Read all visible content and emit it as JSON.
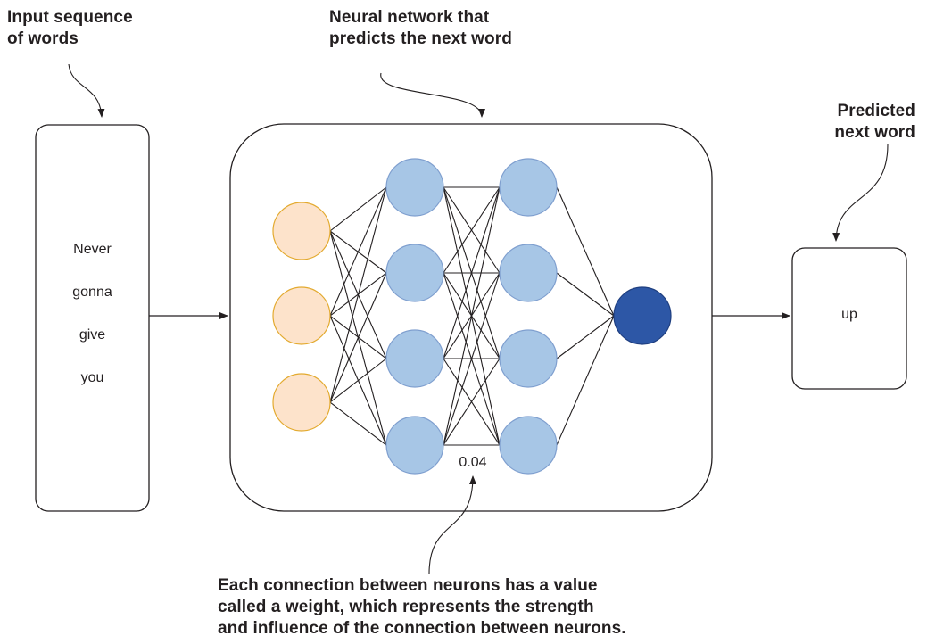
{
  "annotations": {
    "input_label_line1": "Input sequence",
    "input_label_line2": "of words",
    "network_label_line1": "Neural network that",
    "network_label_line2": "predicts the next word",
    "output_label_line1": "Predicted",
    "output_label_line2": "next word",
    "weight_note_line1": "Each connection between neurons has a value",
    "weight_note_line2": "called a weight, which represents the strength",
    "weight_note_line3": "and influence of the connection between neurons."
  },
  "input_words": [
    "Never",
    "gonna",
    "give",
    "you"
  ],
  "output_word": "up",
  "weight_value": "0.04",
  "network": {
    "layers": [
      3,
      4,
      4,
      1
    ],
    "colors": {
      "input_fill": "#fde3cb",
      "input_stroke": "#e3aa2f",
      "hidden_fill": "#a7c6e6",
      "hidden_stroke": "#7f9fcf",
      "output_fill": "#2d57a6",
      "output_stroke": "#1f3f80",
      "line": "#231f20"
    }
  }
}
